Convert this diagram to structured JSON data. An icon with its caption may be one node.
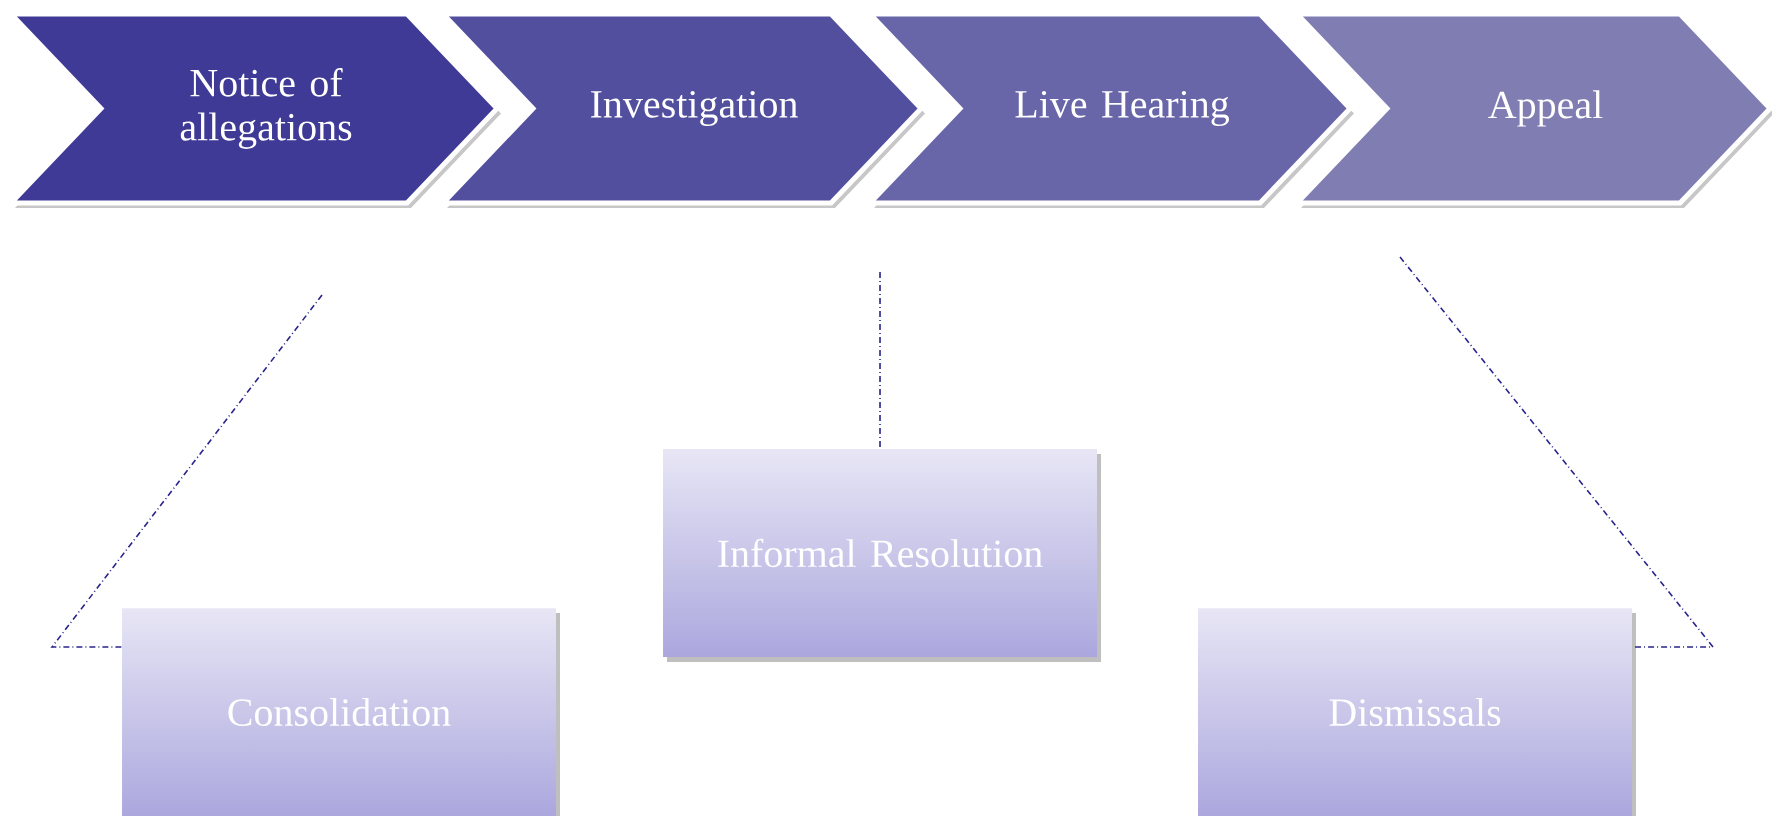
{
  "diagram": {
    "nodes": [
      {
        "text": [
          "Notice of allegations"
        ]
      },
      {
        "text": [
          "Investigation"
        ]
      },
      {
        "text": [
          "Live Hearing"
        ]
      },
      {
        "text": [
          "Appeal"
        ]
      },
      {
        "text": [
          "Consolidation"
        ]
      },
      {
        "text": [
          "Informal Resolution"
        ]
      },
      {
        "text": [
          "Dismissals"
        ]
      }
    ],
    "edges": [
      {
        "from": null,
        "to": 4,
        "arrow": "none",
        "style": "dashed"
      },
      {
        "from": null,
        "to": 5,
        "arrow": "none",
        "style": "dashed"
      },
      {
        "from": null,
        "to": 6,
        "arrow": "none",
        "style": "dashed"
      }
    ]
  }
}
